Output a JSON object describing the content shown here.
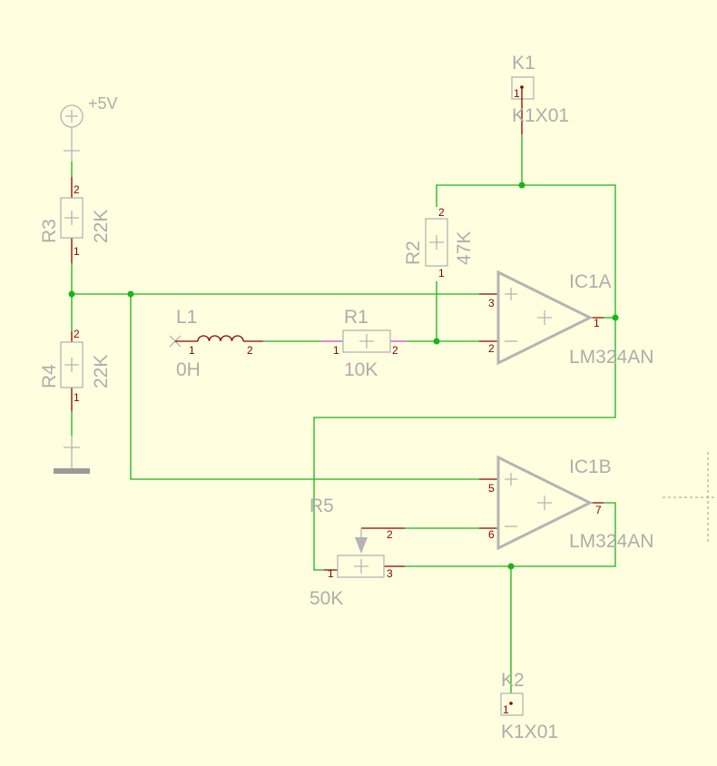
{
  "supply": {
    "label": "+5V"
  },
  "parts": {
    "R1": {
      "ref": "R1",
      "value": "10K",
      "pin1": "1",
      "pin2": "2"
    },
    "R2": {
      "ref": "R2",
      "value": "47K",
      "pin1": "1",
      "pin2": "2"
    },
    "R3": {
      "ref": "R3",
      "value": "22K",
      "pin1": "1",
      "pin2": "2"
    },
    "R4": {
      "ref": "R4",
      "value": "22K",
      "pin1": "1",
      "pin2": "2"
    },
    "R5": {
      "ref": "R5",
      "value": "50K",
      "pin1": "1",
      "pin2": "2",
      "pin3": "3"
    },
    "L1": {
      "ref": "L1",
      "value": "0H",
      "pin1": "1",
      "pin2": "2"
    },
    "IC1A": {
      "ref": "IC1A",
      "value": "LM324AN",
      "pin_plus": "3",
      "pin_minus": "2",
      "pin_out": "1"
    },
    "IC1B": {
      "ref": "IC1B",
      "value": "LM324AN",
      "pin_plus": "5",
      "pin_minus": "6",
      "pin_out": "7"
    },
    "K1": {
      "ref": "K1",
      "value": "K1X01",
      "pin1": "1"
    },
    "K2": {
      "ref": "K2",
      "value": "K1X01",
      "pin1": "1"
    }
  },
  "colors": {
    "background": "#ffffe0",
    "wire": "#19b419",
    "pin_lead": "#8b0000",
    "part_body": "#b4b4b4",
    "label": "#adadad"
  }
}
